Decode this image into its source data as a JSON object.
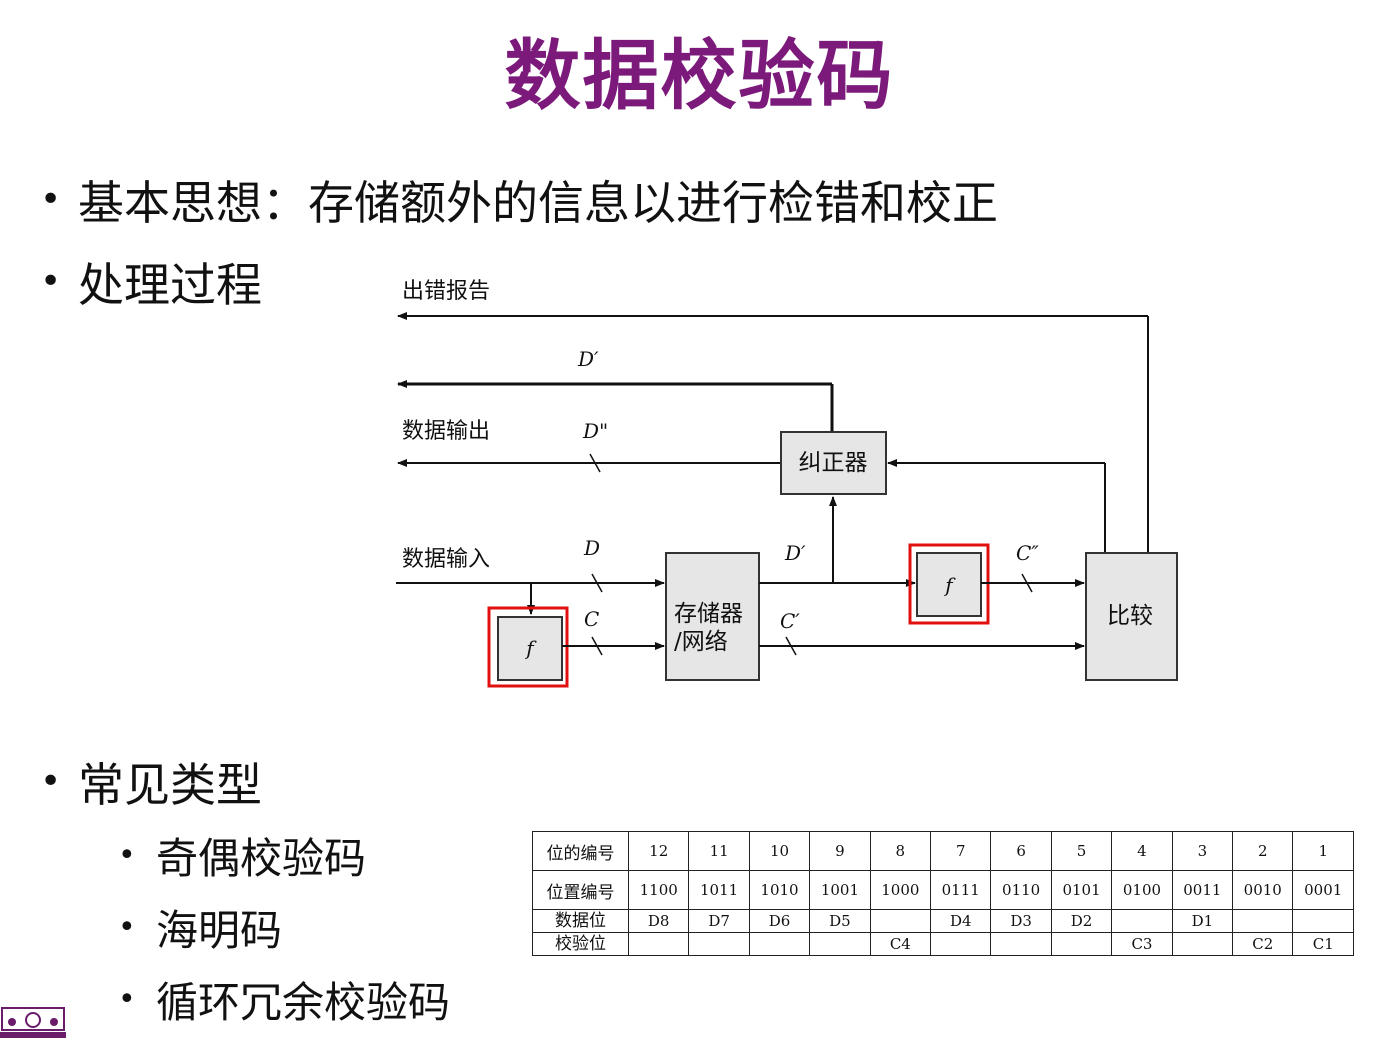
{
  "title": "数据校验码",
  "bullets": {
    "idea": "基本思想：存储额外的信息以进行检错和校正",
    "process": "处理过程",
    "types": "常见类型"
  },
  "sub_bullets": [
    "奇偶校验码",
    "海明码",
    "循环冗余校验码"
  ],
  "diagram": {
    "labels": {
      "error_report": "出错报告",
      "data_output": "数据输出",
      "data_input": "数据输入",
      "d_prime_top": "D′",
      "d_double_prime": "D\"",
      "d": "D",
      "c": "C",
      "d_prime_mid": "D′",
      "c_prime": "C′",
      "c_double_prime": "C″"
    },
    "boxes": {
      "corrector": "纠正器",
      "storage_line1": "存储器",
      "storage_line2": "/网络",
      "compare": "比较",
      "f_in": "f",
      "f_out": "f"
    },
    "highlight_color": "#e01010",
    "box_fill": "#e6e6e6"
  },
  "hamming_table": {
    "rows": [
      {
        "header": "位的编号",
        "cells": [
          "12",
          "11",
          "10",
          "9",
          "8",
          "7",
          "6",
          "5",
          "4",
          "3",
          "2",
          "1"
        ]
      },
      {
        "header": "位置编号",
        "cells": [
          "1100",
          "1011",
          "1010",
          "1001",
          "1000",
          "0111",
          "0110",
          "0101",
          "0100",
          "0011",
          "0010",
          "0001"
        ]
      },
      {
        "header": "数据位",
        "cells": [
          "D8",
          "D7",
          "D6",
          "D5",
          "",
          "D4",
          "D3",
          "D2",
          "",
          "D1",
          "",
          ""
        ]
      },
      {
        "header": "校验位",
        "cells": [
          "",
          "",
          "",
          "",
          "C4",
          "",
          "",
          "",
          "C3",
          "",
          "C2",
          "C1"
        ]
      }
    ]
  },
  "colors": {
    "title": "#7b1a7a",
    "logo": "#6a1b6a"
  }
}
